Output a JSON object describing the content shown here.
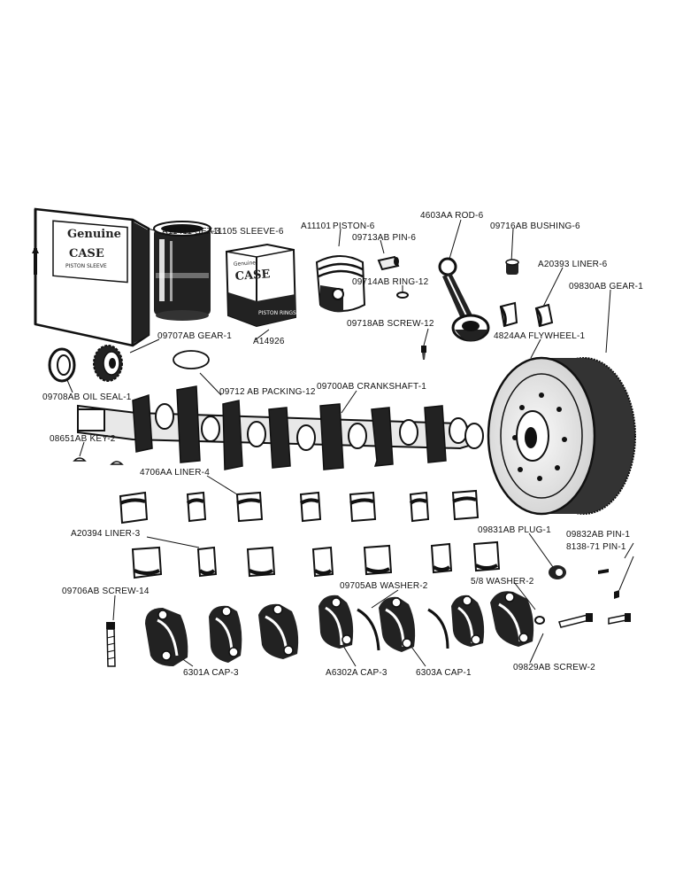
{
  "labels": {
    "set": "A11411 SET-3",
    "sleeve": "A11105 SLEEVE-6",
    "piston_part": "A11101",
    "piston": "PISTON-6",
    "pin6": "09713AB PIN-6",
    "rod": "4603AA ROD-6",
    "bushing": "09716AB BUSHING-6",
    "liner6": "A20393 LINER-6",
    "gear_ring": "09830AB GEAR-1",
    "ring": "09714AB RING-12",
    "screw12": "09718AB SCREW-12",
    "flywheel": "4824AA FLYWHEEL-1",
    "ring_kit": "A14926",
    "gear1": "09707AB GEAR-1",
    "oil_seal": "09708AB OIL SEAL-1",
    "packing": "09712 AB PACKING-12",
    "crankshaft": "09700AB CRANKSHAFT-1",
    "key": "08651AB KEY-2",
    "liner4": "4706AA LINER-4",
    "liner3": "A20394 LINER-3",
    "plug": "09831AB PLUG-1",
    "pin_small": "09832AB PIN-1",
    "pin_roll": "8138-71 PIN-1",
    "screw14": "09706AB SCREW-14",
    "washer2": "09705AB WASHER-2",
    "washer58": "5/8 WASHER-2",
    "cap3": "6301A CAP-3",
    "acap3": "A6302A CAP-3",
    "cap1": "6303A CAP-1",
    "screw2": "09829AB SCREW-2"
  },
  "box_print": {
    "genuine": "Genuine",
    "brand": "CASE",
    "sub": "PISTON SLEEVE",
    "rings_word": "PISTON RINGS"
  }
}
